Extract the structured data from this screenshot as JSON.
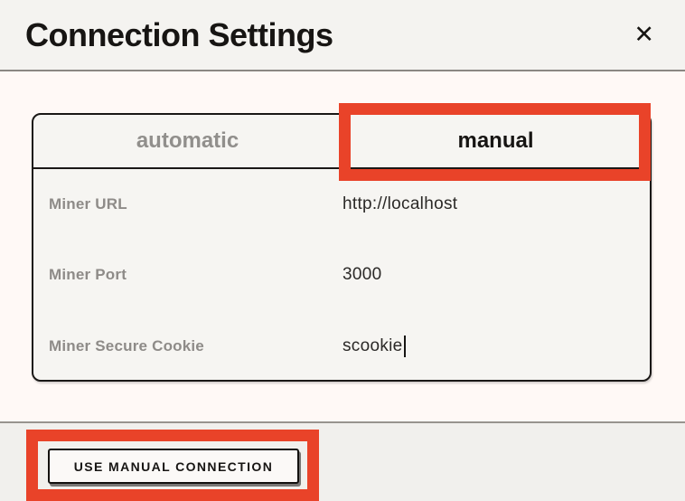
{
  "header": {
    "title": "Connection Settings",
    "close_label": "✕"
  },
  "tabs": [
    {
      "label": "automatic",
      "active": false
    },
    {
      "label": "manual",
      "active": true
    }
  ],
  "fields": [
    {
      "label": "Miner URL",
      "value": "http://localhost"
    },
    {
      "label": "Miner Port",
      "value": "3000"
    },
    {
      "label": "Miner Secure Cookie",
      "value": "scookie",
      "focused": true
    }
  ],
  "footer": {
    "button_label": "USE MANUAL CONNECTION"
  },
  "annotations": {
    "highlight_color": "#e94329",
    "highlighted_elements": [
      "tab-manual",
      "use-manual-connection-button"
    ]
  }
}
